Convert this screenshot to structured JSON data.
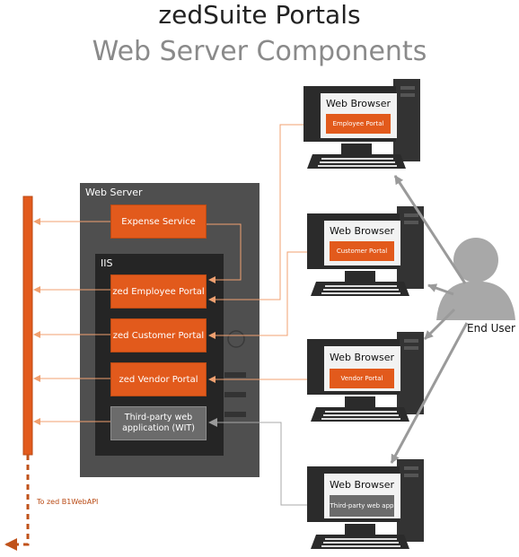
{
  "title": "zedSuite Portals",
  "subtitle": "Web Server Components",
  "web_server": {
    "label": "Web Server",
    "iis_label": "IIS",
    "expense_service": "Expense Service",
    "portals": [
      "zed Employee Portal",
      "zed Customer Portal",
      "zed Vendor Portal",
      "Third-party web application (WIT)"
    ]
  },
  "browsers": [
    {
      "label": "Web Browser",
      "app": "Employee Portal"
    },
    {
      "label": "Web Browser",
      "app": "Customer Portal"
    },
    {
      "label": "Web Browser",
      "app": "Vendor Portal"
    },
    {
      "label": "Web Browser",
      "app": "Third-party web app"
    }
  ],
  "end_user": "End User",
  "api_label": "To zed B1WebAPI",
  "colors": {
    "orange": "#e25a1c",
    "server_dark": "#4f4f4f",
    "server_inner": "#252525",
    "gray_box": "#6b6b6b",
    "user_gray": "#a8a8a8",
    "connector_orange": "#f0a070",
    "connector_gray": "#a8a8a8"
  }
}
